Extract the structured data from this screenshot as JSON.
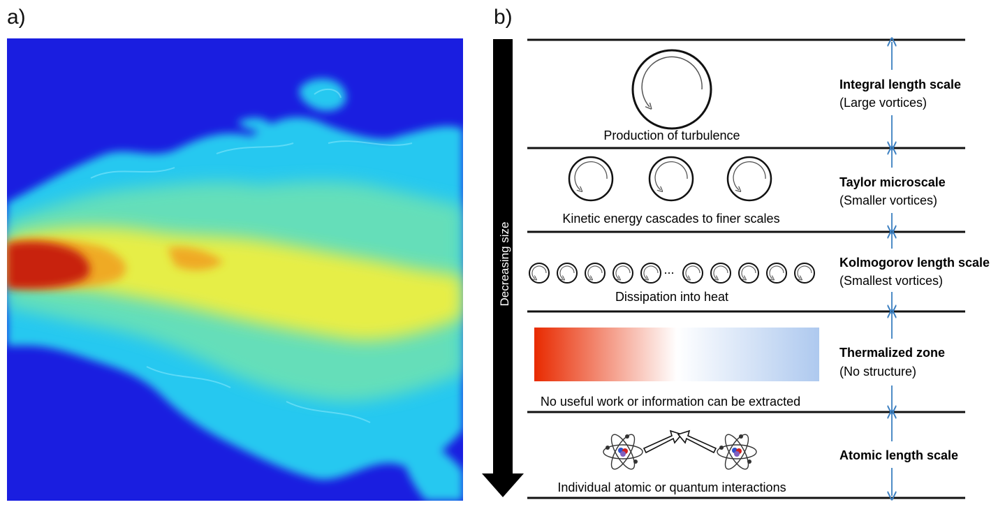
{
  "panels": {
    "a": {
      "label": "a)"
    },
    "b": {
      "label": "b)"
    }
  },
  "arrow": {
    "label": "Decreasing size"
  },
  "scales": [
    {
      "title": "Integral length scale",
      "subtitle": "(Large vortices)",
      "caption": "Production of turbulence"
    },
    {
      "title": "Taylor microscale",
      "subtitle": "(Smaller vortices)",
      "caption": "Kinetic energy cascades to finer scales"
    },
    {
      "title": "Kolmogorov length scale",
      "subtitle": "(Smallest vortices)",
      "caption": "Dissipation into heat",
      "ellipsis": "..."
    },
    {
      "title": "Thermalized zone",
      "subtitle": "(No structure)",
      "caption": "No useful work or information can be extracted"
    },
    {
      "title": "Atomic length scale",
      "subtitle": "",
      "caption": "Individual atomic or quantum interactions"
    }
  ],
  "colors": {
    "background": "#ffffff",
    "line": "#111111",
    "dimension_arrow": "#3b7fc0",
    "field_background": "#1a1ee0",
    "gradient_hot": "#e82a00",
    "gradient_mid": "#ffffff",
    "gradient_cold": "#aec9ef"
  }
}
